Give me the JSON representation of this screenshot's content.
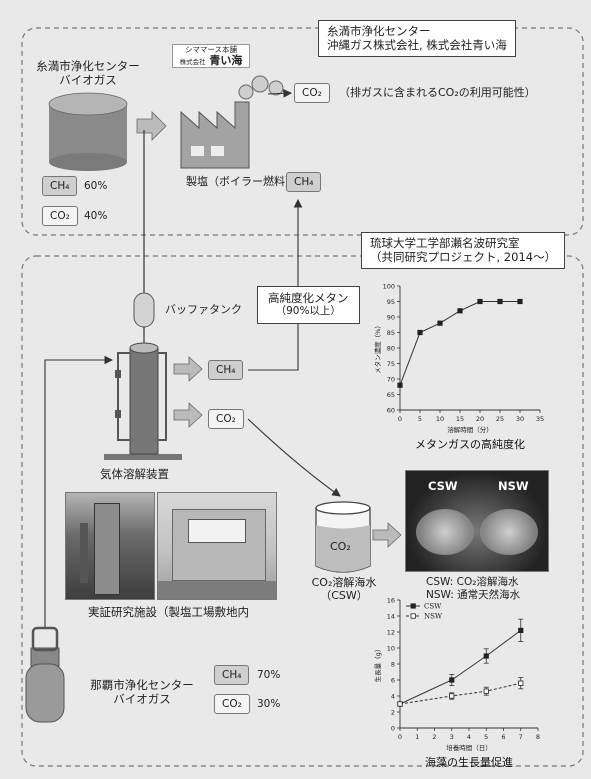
{
  "top_right_label": {
    "line1": "糸満市浄化センター",
    "line2": "沖縄ガス株式会社, 株式会社青い海"
  },
  "itoman_label": {
    "line1": "糸満市浄化センター",
    "line2": "バイオガス"
  },
  "logo": {
    "line1": "シママース本舗",
    "line2": "青い海",
    "small": "株式会社"
  },
  "co2_exhaust_pill": "CO₂",
  "co2_exhaust_note": "（排ガスに含まれるCO₂の利用可能性）",
  "factory_label": "製塩（ボイラー燃料）",
  "ch4_factory_pill": "CH₄",
  "itoman_gas": [
    {
      "pill": "CH₄",
      "pct": "60%"
    },
    {
      "pill": "CO₂",
      "pct": "40%"
    }
  ],
  "university_label": {
    "line1": "琉球大学工学部瀬名波研究室",
    "line2": "（共同研究プロジェクト, 2014〜）"
  },
  "buffer_tank_label": "バッファタンク",
  "purified_methane": {
    "line1": "高純度化メタン",
    "line2": "（90%以上）"
  },
  "ch4_out_pill": "CH₄",
  "co2_out_pill": "CO₂",
  "apparatus_label": "気体溶解装置",
  "co2_beaker_label": "CO₂",
  "dissolved_label": {
    "line1": "CO₂溶解海水",
    "line2": "（CSW）"
  },
  "facility_label": "実証研究施設（製塩工場敷地内",
  "naha_label": {
    "line1": "那覇市浄化センター",
    "line2": "バイオガス"
  },
  "naha_gas": [
    {
      "pill": "CH₄",
      "pct": "70%"
    },
    {
      "pill": "CO₂",
      "pct": "30%"
    }
  ],
  "photo_labels": {
    "csw": "CSW",
    "nsw": "NSW"
  },
  "photo_legend": {
    "line1": "CSW:  CO₂溶解海水",
    "line2": "NSW:  通常天然海水"
  },
  "chart_data": [
    {
      "type": "line",
      "title": "メタンガスの高純度化",
      "xlabel": "溶解時間（分）",
      "ylabel": "メタン濃度（%）",
      "xlim": [
        0,
        35
      ],
      "ylim": [
        60,
        100
      ],
      "xticks": [
        0,
        5,
        10,
        15,
        20,
        25,
        30,
        35
      ],
      "yticks": [
        60,
        65,
        70,
        75,
        80,
        85,
        90,
        95,
        100
      ],
      "x": [
        0,
        5,
        10,
        15,
        20,
        25,
        30
      ],
      "series": [
        {
          "values": [
            68,
            85,
            88,
            92,
            95,
            95,
            95
          ]
        }
      ]
    },
    {
      "type": "line",
      "title": "海藻の生長量促進",
      "xlabel": "培養時間（日）",
      "ylabel": "生長量（g）",
      "xlim": [
        0,
        8
      ],
      "ylim": [
        0,
        16
      ],
      "xticks": [
        0,
        1,
        2,
        3,
        4,
        5,
        6,
        7,
        8
      ],
      "yticks": [
        0,
        2,
        4,
        6,
        8,
        10,
        12,
        14,
        16
      ],
      "legend_position": "top-left",
      "series": [
        {
          "name": "CSW",
          "x": [
            0,
            3,
            5,
            7
          ],
          "values": [
            3.0,
            6.0,
            9.0,
            12.2
          ]
        },
        {
          "name": "NSW",
          "x": [
            0,
            3,
            5,
            7
          ],
          "values": [
            3.0,
            4.0,
            4.6,
            5.6
          ]
        }
      ]
    }
  ]
}
